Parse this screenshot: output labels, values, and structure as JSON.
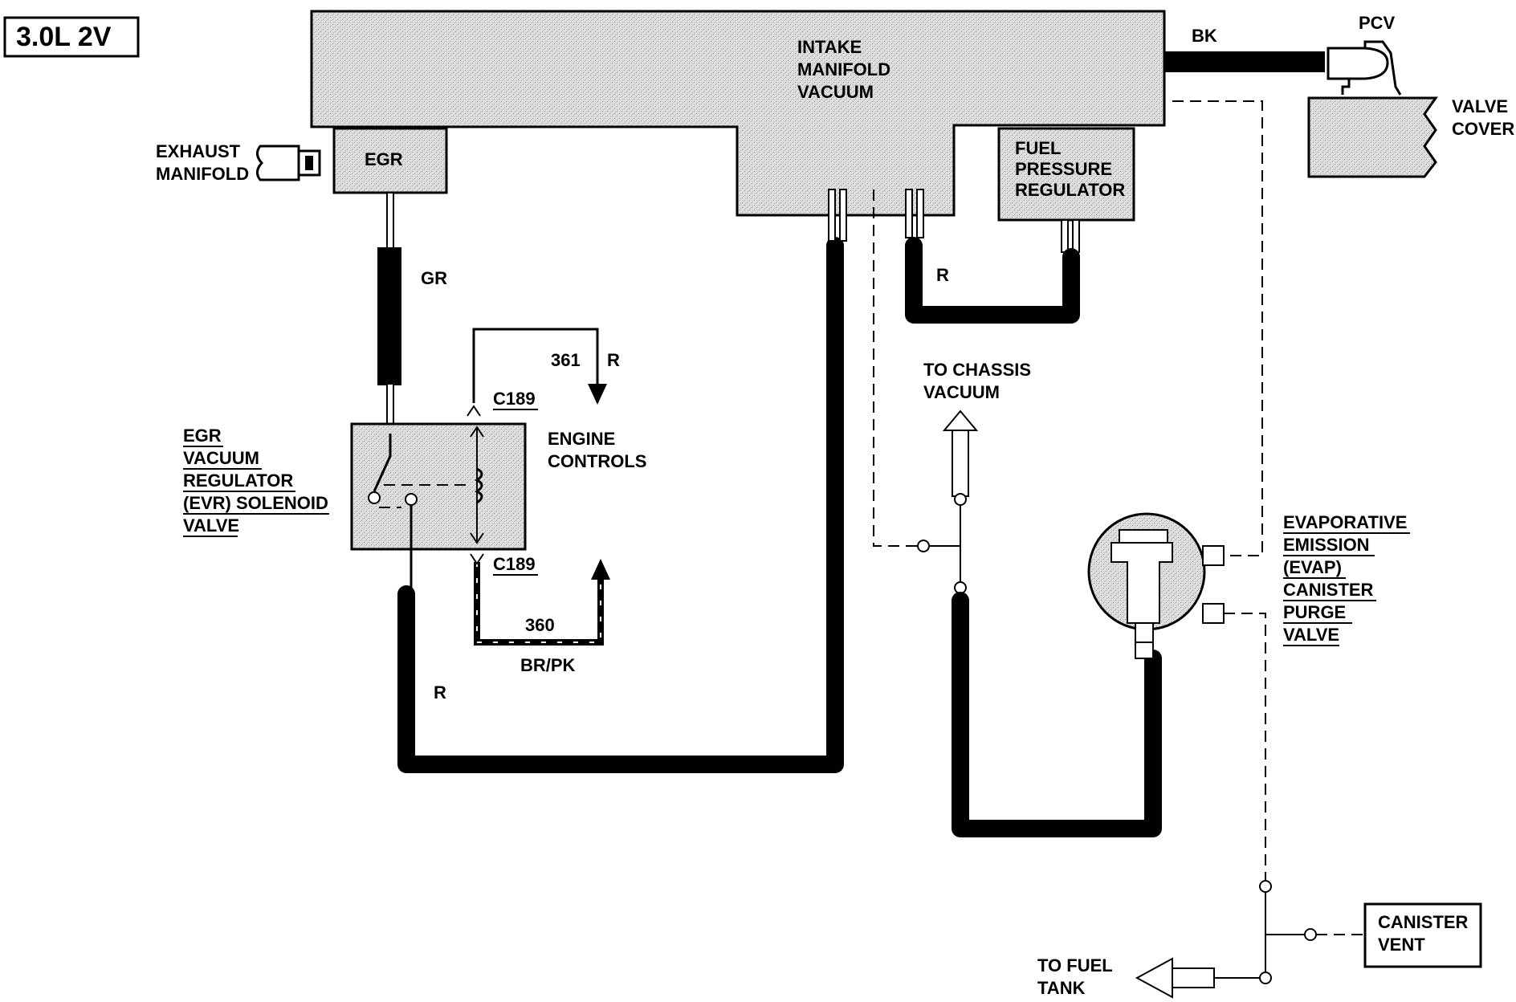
{
  "engine_label": "3.0L 2V",
  "intake": {
    "line1": "INTAKE",
    "line2": "MANIFOLD",
    "line3": "VACUUM"
  },
  "bk_label": "BK",
  "pcv_label": "PCV",
  "valve_cover": {
    "line1": "VALVE",
    "line2": "COVER"
  },
  "exhaust": {
    "line1": "EXHAUST",
    "line2": "MANIFOLD"
  },
  "egr_label": "EGR",
  "fuel_reg": {
    "line1": "FUEL",
    "line2": "PRESSURE",
    "line3": "REGULATOR"
  },
  "gr_label": "GR",
  "r_fuel_label": "R",
  "r_egr_label": "R",
  "circuit_361": "361",
  "circuit_361_color": "R",
  "connector_top": "C189",
  "connector_bottom": "C189",
  "engine_controls": {
    "line1": "ENGINE",
    "line2": "CONTROLS"
  },
  "circuit_360": "360",
  "circuit_360_color": "BR/PK",
  "evr": {
    "line1": "EGR",
    "line2": "VACUUM",
    "line3": "REGULATOR",
    "line4": "(EVR) SOLENOID",
    "line5": "VALVE"
  },
  "chassis": {
    "line1": "TO CHASSIS",
    "line2": "VACUUM"
  },
  "evap": {
    "line1": "EVAPORATIVE",
    "line2": "EMISSION",
    "line3": "(EVAP)",
    "line4": "CANISTER",
    "line5": "PURGE",
    "line6": "VALVE"
  },
  "canister_vent": {
    "line1": "CANISTER",
    "line2": "VENT"
  },
  "fuel_tank": {
    "line1": "TO FUEL",
    "line2": "TANK"
  }
}
